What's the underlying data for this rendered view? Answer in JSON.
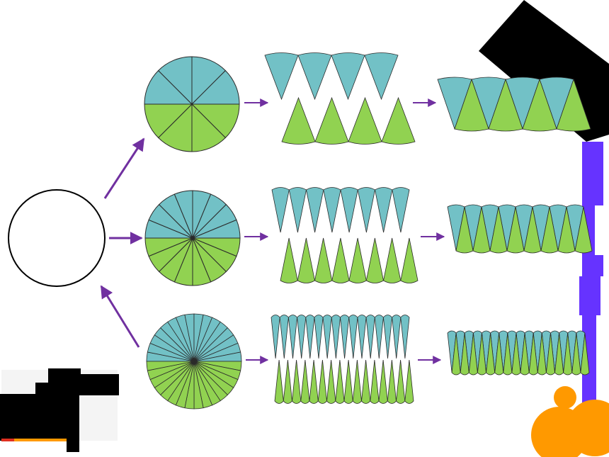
{
  "colors": {
    "teal": "#72c1c6",
    "green": "#91d251",
    "arrow": "#7030a0",
    "stroke": "#2b2b2b",
    "purple_bar": "#6633ff",
    "orange": "#ff9900",
    "black": "#000000",
    "white": "#ffffff"
  },
  "rows": [
    {
      "sectors": 8
    },
    {
      "sectors": 16
    },
    {
      "sectors": 32
    }
  ],
  "icons": [
    "circle-icon",
    "arrow-icon",
    "sector-icon",
    "blob-icon"
  ]
}
